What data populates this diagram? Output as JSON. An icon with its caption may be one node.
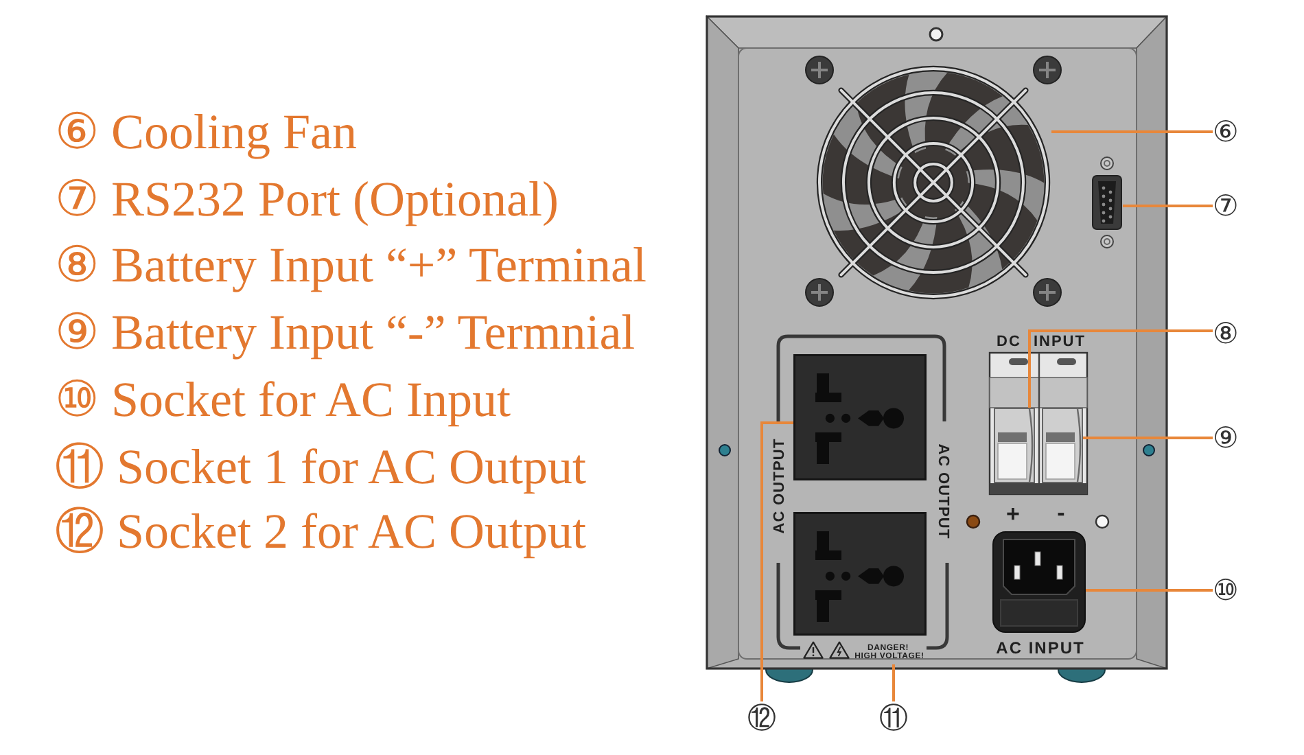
{
  "diagram": {
    "nodes": [
      {
        "text": [
          "⑥"
        ]
      },
      {
        "text": [],
        "shape": "picture"
      },
      {
        "text": [
          "⑦"
        ]
      },
      {
        "text": [],
        "shape": "picture"
      },
      {
        "text": [
          "⑧"
        ]
      },
      {
        "text": [],
        "shape": "picture"
      },
      {
        "text": [
          "⑨"
        ]
      },
      {
        "text": [],
        "shape": "picture"
      },
      {
        "text": [
          "⑩"
        ]
      },
      {
        "text": [],
        "shape": "picture",
        "beside": [
          "AC INPUT"
        ]
      },
      {
        "text": [
          "⑪"
        ]
      },
      {
        "text": [],
        "shape": "picture"
      },
      {
        "text": [
          "⑫"
        ]
      },
      {
        "text": [],
        "shape": "picture"
      }
    ],
    "edges": [
      {
        "from": 0,
        "to": 1,
        "arrow": "none"
      },
      {
        "from": 2,
        "to": 3,
        "arrow": "none"
      },
      {
        "from": 4,
        "to": 5,
        "arrow": "none"
      },
      {
        "from": 6,
        "to": 7,
        "arrow": "none"
      },
      {
        "from": 8,
        "to": 9,
        "arrow": "none"
      },
      {
        "from": 10,
        "to": 11,
        "arrow": "none"
      },
      {
        "from": 12,
        "to": 13,
        "arrow": "none"
      }
    ],
    "labels": [
      "⑥ Cooling Fan",
      "⑦ RS232 Port (Optional)",
      "⑧ Battery Input “+” Terminal",
      "⑨ Battery Input “-” Termnial",
      "⑩ Socket for AC Input",
      "⑪ Socket 1 for AC Output",
      "⑫ Socket 2 for AC Output",
      "DC INPUT",
      "AC OUTPUT",
      "AC OUTPUT",
      "+",
      "-",
      "DANGER!",
      "HIGH VOLTAGE!"
    ]
  }
}
